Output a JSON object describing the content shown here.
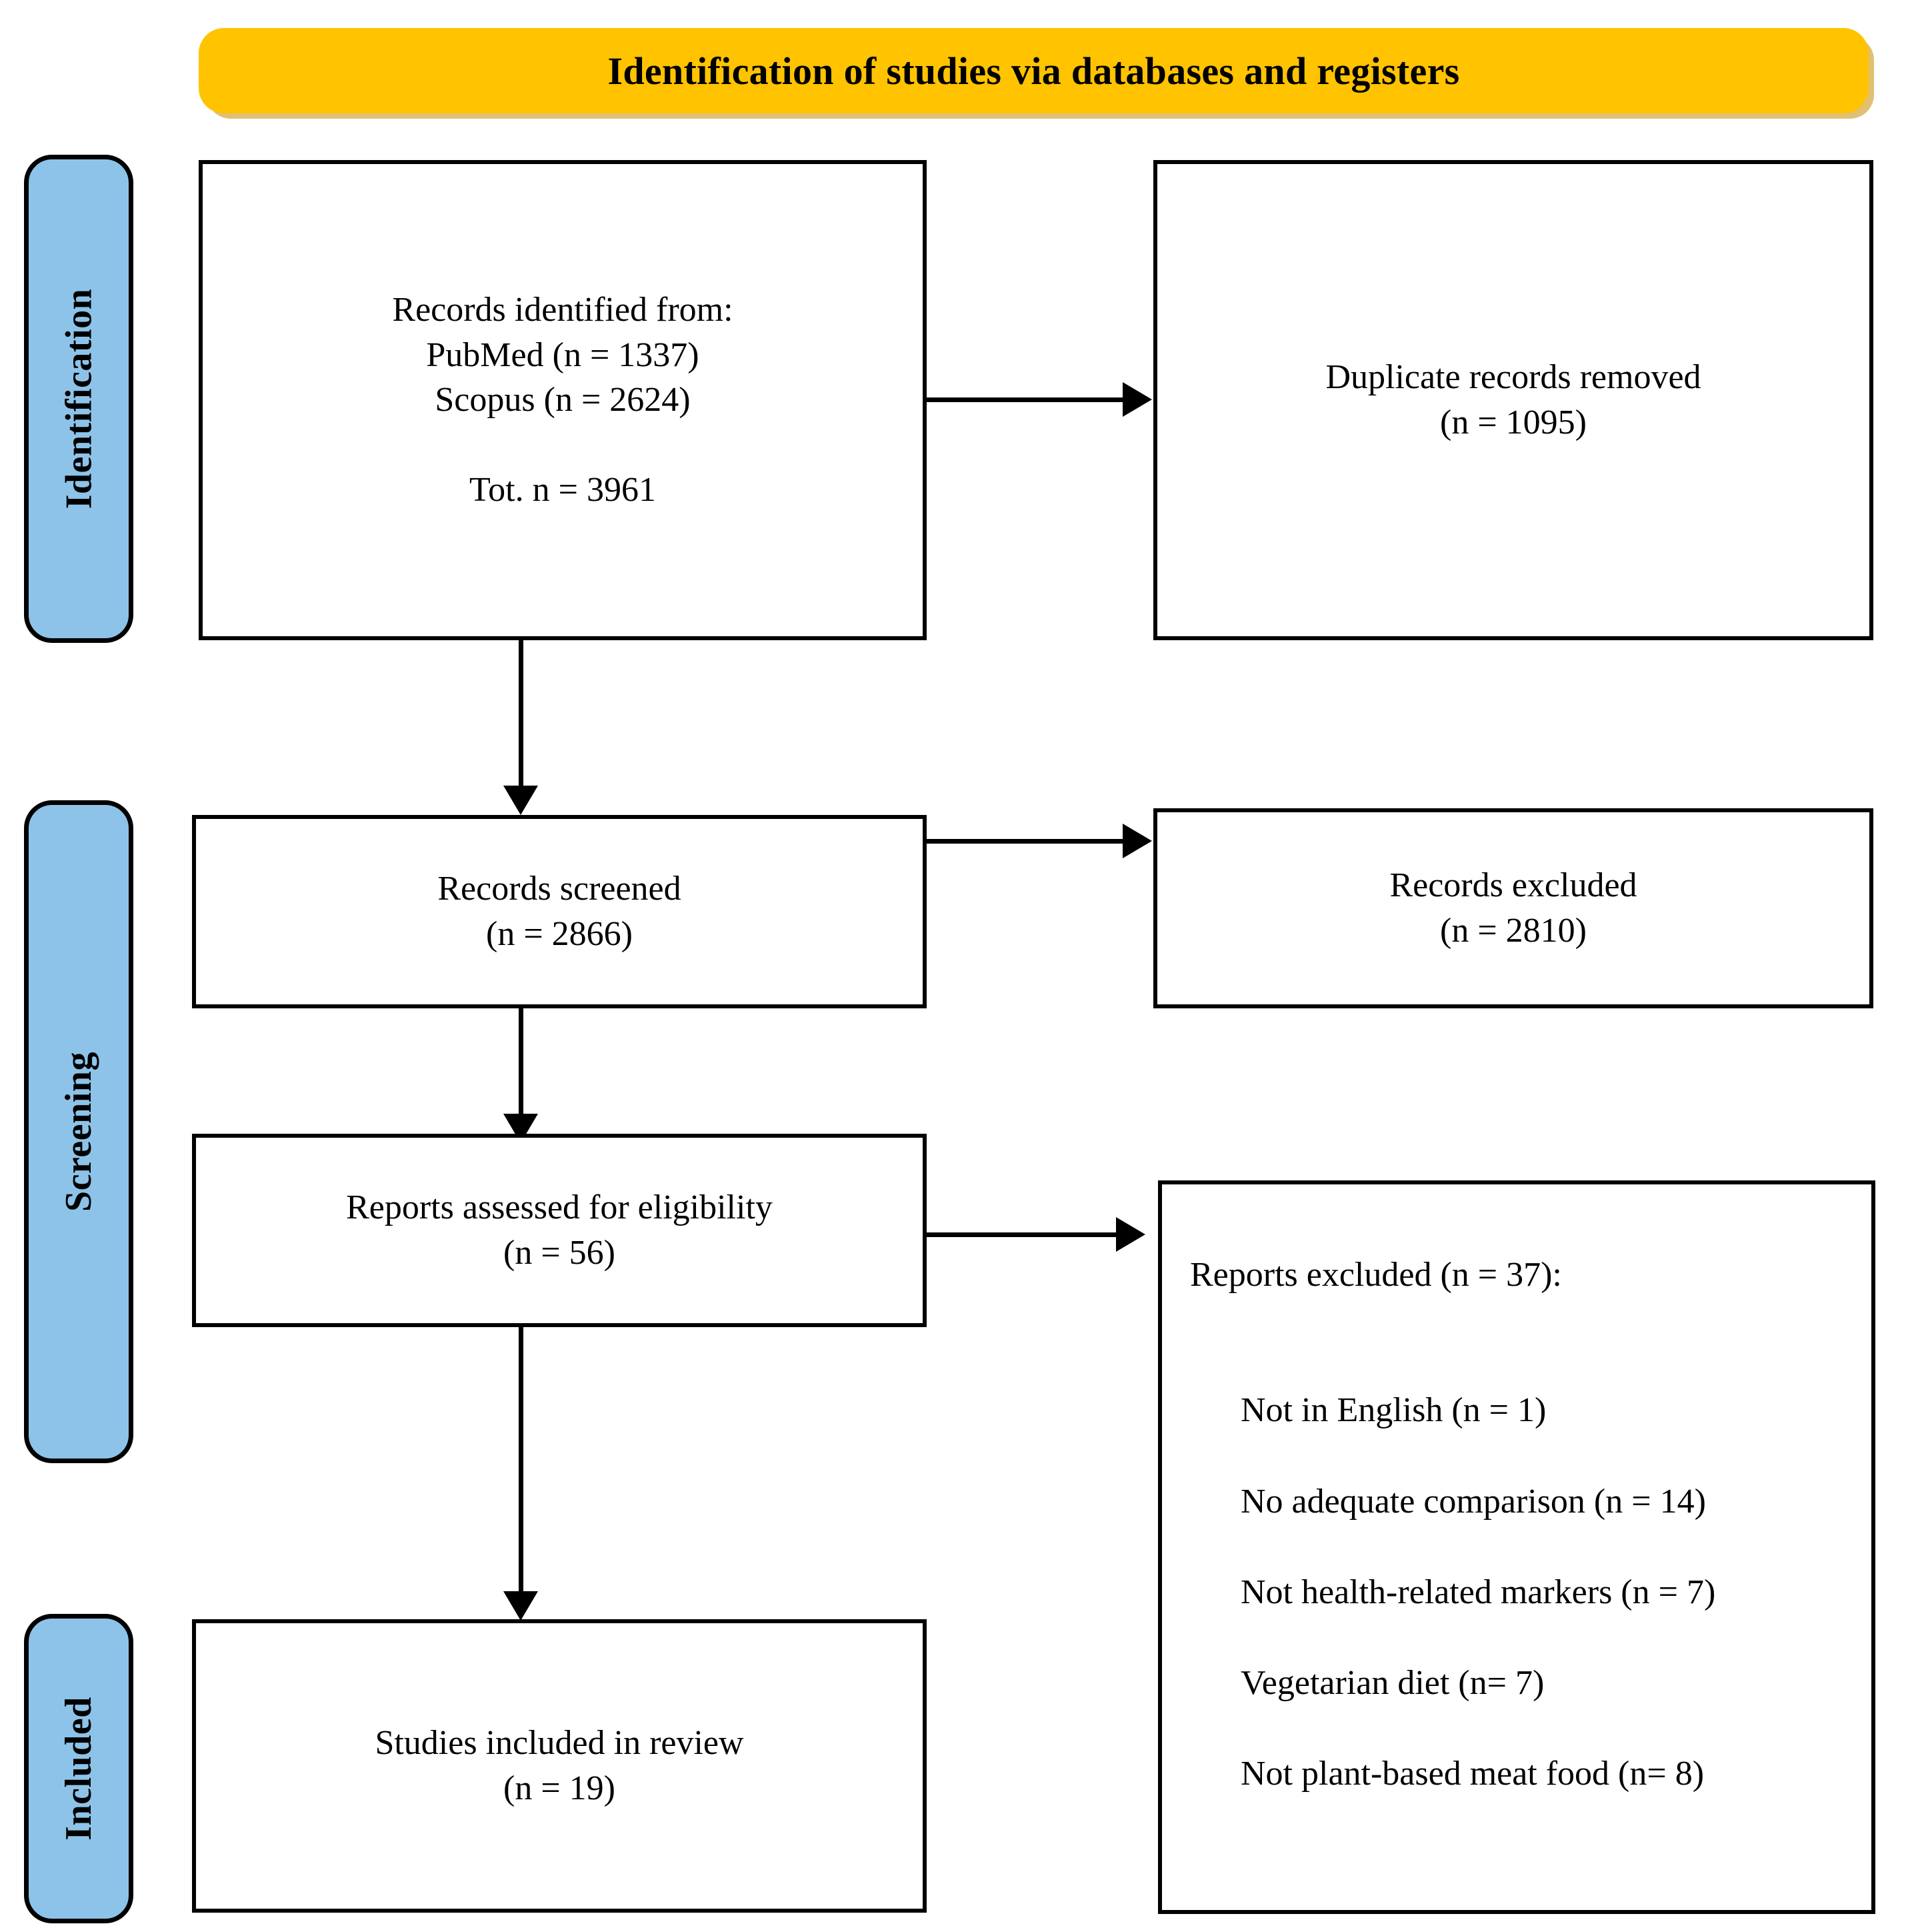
{
  "banner": {
    "title": "Identification of studies via databases and registers",
    "color": "#FFC300"
  },
  "stages": [
    {
      "label": "Identification",
      "color": "#8DC3E8"
    },
    {
      "label": "Screening",
      "color": "#8DC3E8"
    },
    {
      "label": "Included",
      "color": "#8DC3E8"
    }
  ],
  "boxes": {
    "identified": {
      "text": "Records identified from:\nPubMed (n = 1337)\nScopus (n = 2624)\n\nTot. n = 3961"
    },
    "duplicates": {
      "text": "Duplicate records removed\n(n = 1095)"
    },
    "screened": {
      "text": "Records screened\n(n = 2866)"
    },
    "records_excluded": {
      "text": "Records excluded\n(n = 2810)"
    },
    "eligibility": {
      "text": "Reports assessed for eligibility\n(n = 56)"
    },
    "reports_excluded": {
      "heading": "Reports excluded (n = 37):",
      "items": [
        "Not in English (n = 1)",
        "No adequate comparison (n = 14)",
        "Not health-related markers (n = 7)",
        "Vegetarian diet (n= 7)",
        "Not plant-based meat food (n= 8)"
      ]
    },
    "included": {
      "text": "Studies included in review\n(n = 19)"
    }
  },
  "chart_data": {
    "type": "diagram",
    "title": "Identification of studies via databases and registers",
    "diagram_kind": "PRISMA flow diagram",
    "stages": [
      "Identification",
      "Screening",
      "Included"
    ],
    "nodes": [
      {
        "id": "identified",
        "stage": "Identification",
        "label": "Records identified from",
        "sources": [
          {
            "name": "PubMed",
            "n": 1337
          },
          {
            "name": "Scopus",
            "n": 2624
          }
        ],
        "total_n": 3961
      },
      {
        "id": "duplicates",
        "stage": "Identification",
        "label": "Duplicate records removed",
        "n": 1095
      },
      {
        "id": "screened",
        "stage": "Screening",
        "label": "Records screened",
        "n": 2866
      },
      {
        "id": "records_excluded",
        "stage": "Screening",
        "label": "Records excluded",
        "n": 2810
      },
      {
        "id": "eligibility",
        "stage": "Screening",
        "label": "Reports assessed for eligibility",
        "n": 56
      },
      {
        "id": "reports_excluded",
        "stage": "Screening",
        "label": "Reports excluded",
        "n": 37,
        "reasons": [
          {
            "reason": "Not in English",
            "n": 1
          },
          {
            "reason": "No adequate comparison",
            "n": 14
          },
          {
            "reason": "Not health-related markers",
            "n": 7
          },
          {
            "reason": "Vegetarian diet",
            "n": 7
          },
          {
            "reason": "Not plant-based meat food",
            "n": 8
          }
        ]
      },
      {
        "id": "included",
        "stage": "Included",
        "label": "Studies included in review",
        "n": 19
      }
    ],
    "edges": [
      {
        "from": "identified",
        "to": "duplicates",
        "direction": "right"
      },
      {
        "from": "identified",
        "to": "screened",
        "direction": "down"
      },
      {
        "from": "screened",
        "to": "records_excluded",
        "direction": "right"
      },
      {
        "from": "screened",
        "to": "eligibility",
        "direction": "down"
      },
      {
        "from": "eligibility",
        "to": "reports_excluded",
        "direction": "right"
      },
      {
        "from": "eligibility",
        "to": "included",
        "direction": "down"
      }
    ]
  }
}
